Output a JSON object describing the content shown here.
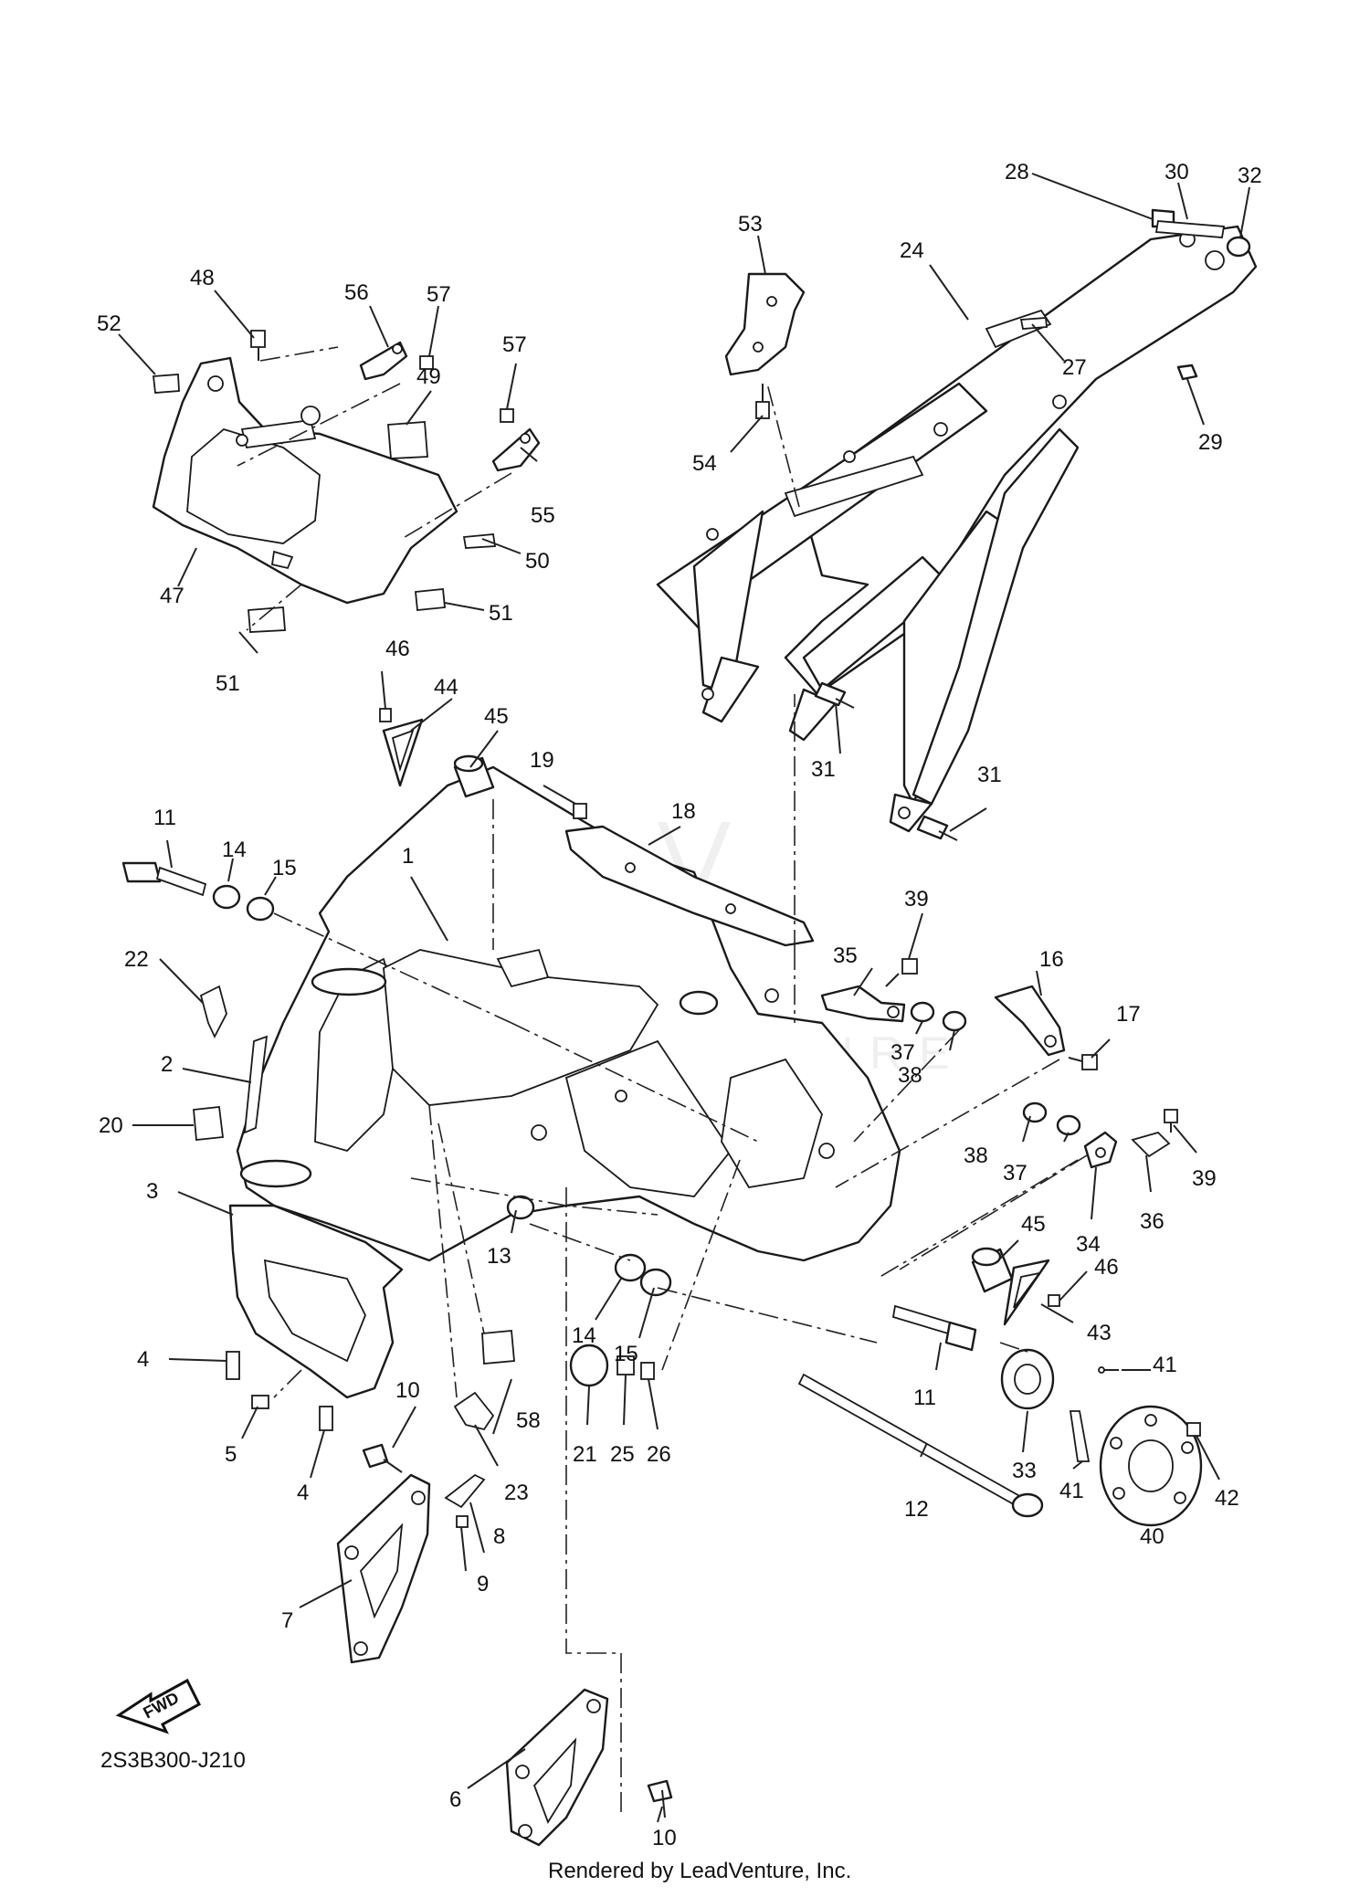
{
  "diagram": {
    "code": "2S3B300-J210",
    "footer": "Rendered by LeadVenture, Inc.",
    "watermark": "LEADVENTURE",
    "fwd_label": "FWD"
  },
  "callouts": [
    {
      "id": "c1",
      "label": "1"
    },
    {
      "id": "c2",
      "label": "2"
    },
    {
      "id": "c3",
      "label": "3"
    },
    {
      "id": "c4a",
      "label": "4"
    },
    {
      "id": "c4b",
      "label": "4"
    },
    {
      "id": "c5",
      "label": "5"
    },
    {
      "id": "c6",
      "label": "6"
    },
    {
      "id": "c7",
      "label": "7"
    },
    {
      "id": "c8",
      "label": "8"
    },
    {
      "id": "c9",
      "label": "9"
    },
    {
      "id": "c10a",
      "label": "10"
    },
    {
      "id": "c10b",
      "label": "10"
    },
    {
      "id": "c11a",
      "label": "11"
    },
    {
      "id": "c11b",
      "label": "11"
    },
    {
      "id": "c12",
      "label": "12"
    },
    {
      "id": "c13",
      "label": "13"
    },
    {
      "id": "c14a",
      "label": "14"
    },
    {
      "id": "c14b",
      "label": "14"
    },
    {
      "id": "c15a",
      "label": "15"
    },
    {
      "id": "c15b",
      "label": "15"
    },
    {
      "id": "c16",
      "label": "16"
    },
    {
      "id": "c17",
      "label": "17"
    },
    {
      "id": "c18",
      "label": "18"
    },
    {
      "id": "c19",
      "label": "19"
    },
    {
      "id": "c20",
      "label": "20"
    },
    {
      "id": "c21",
      "label": "21"
    },
    {
      "id": "c22",
      "label": "22"
    },
    {
      "id": "c23",
      "label": "23"
    },
    {
      "id": "c24",
      "label": "24"
    },
    {
      "id": "c25",
      "label": "25"
    },
    {
      "id": "c26",
      "label": "26"
    },
    {
      "id": "c27",
      "label": "27"
    },
    {
      "id": "c28",
      "label": "28"
    },
    {
      "id": "c29",
      "label": "29"
    },
    {
      "id": "c30",
      "label": "30"
    },
    {
      "id": "c31a",
      "label": "31"
    },
    {
      "id": "c31b",
      "label": "31"
    },
    {
      "id": "c32",
      "label": "32"
    },
    {
      "id": "c33",
      "label": "33"
    },
    {
      "id": "c34",
      "label": "34"
    },
    {
      "id": "c35",
      "label": "35"
    },
    {
      "id": "c36",
      "label": "36"
    },
    {
      "id": "c37a",
      "label": "37"
    },
    {
      "id": "c37b",
      "label": "37"
    },
    {
      "id": "c38a",
      "label": "38"
    },
    {
      "id": "c38b",
      "label": "38"
    },
    {
      "id": "c39a",
      "label": "39"
    },
    {
      "id": "c39b",
      "label": "39"
    },
    {
      "id": "c40",
      "label": "40"
    },
    {
      "id": "c41a",
      "label": "41"
    },
    {
      "id": "c41b",
      "label": "41"
    },
    {
      "id": "c42",
      "label": "42"
    },
    {
      "id": "c43",
      "label": "43"
    },
    {
      "id": "c44",
      "label": "44"
    },
    {
      "id": "c45a",
      "label": "45"
    },
    {
      "id": "c45b",
      "label": "45"
    },
    {
      "id": "c46a",
      "label": "46"
    },
    {
      "id": "c46b",
      "label": "46"
    },
    {
      "id": "c47",
      "label": "47"
    },
    {
      "id": "c48",
      "label": "48"
    },
    {
      "id": "c49",
      "label": "49"
    },
    {
      "id": "c50",
      "label": "50"
    },
    {
      "id": "c51a",
      "label": "51"
    },
    {
      "id": "c51b",
      "label": "51"
    },
    {
      "id": "c52",
      "label": "52"
    },
    {
      "id": "c53",
      "label": "53"
    },
    {
      "id": "c54",
      "label": "54"
    },
    {
      "id": "c55",
      "label": "55"
    },
    {
      "id": "c56",
      "label": "56"
    },
    {
      "id": "c57a",
      "label": "57"
    },
    {
      "id": "c57b",
      "label": "57"
    },
    {
      "id": "c58",
      "label": "58"
    }
  ]
}
